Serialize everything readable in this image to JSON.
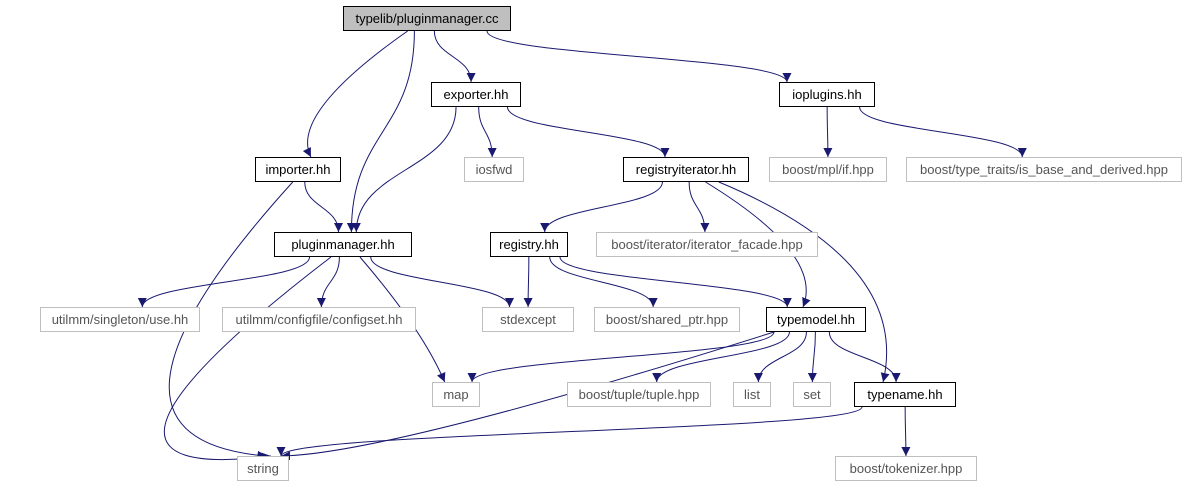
{
  "colors": {
    "edge": "#191970",
    "local_border": "#000000",
    "external_border": "#bfbfbf",
    "root_fill": "#bfbfbf"
  },
  "nodes": [
    {
      "id": "pluginmanager_cc",
      "label": "typelib/pluginmanager.cc",
      "kind": "root"
    },
    {
      "id": "exporter_hh",
      "label": "exporter.hh",
      "kind": "local"
    },
    {
      "id": "ioplugins_hh",
      "label": "ioplugins.hh",
      "kind": "local"
    },
    {
      "id": "importer_hh",
      "label": "importer.hh",
      "kind": "local"
    },
    {
      "id": "iosfwd",
      "label": "iosfwd",
      "kind": "external"
    },
    {
      "id": "registryiterator_hh",
      "label": "registryiterator.hh",
      "kind": "local"
    },
    {
      "id": "boost_mpl_if",
      "label": "boost/mpl/if.hpp",
      "kind": "external"
    },
    {
      "id": "boost_is_base",
      "label": "boost/type_traits/is_base_and_derived.hpp",
      "kind": "external"
    },
    {
      "id": "pluginmanager_hh",
      "label": "pluginmanager.hh",
      "kind": "local"
    },
    {
      "id": "registry_hh",
      "label": "registry.hh",
      "kind": "local"
    },
    {
      "id": "boost_iter_facade",
      "label": "boost/iterator/iterator_facade.hpp",
      "kind": "external"
    },
    {
      "id": "utilmm_singleton",
      "label": "utilmm/singleton/use.hh",
      "kind": "external"
    },
    {
      "id": "utilmm_configset",
      "label": "utilmm/configfile/configset.hh",
      "kind": "external"
    },
    {
      "id": "stdexcept",
      "label": "stdexcept",
      "kind": "external"
    },
    {
      "id": "boost_shared_ptr",
      "label": "boost/shared_ptr.hpp",
      "kind": "external"
    },
    {
      "id": "typemodel_hh",
      "label": "typemodel.hh",
      "kind": "local"
    },
    {
      "id": "map",
      "label": "map",
      "kind": "external"
    },
    {
      "id": "boost_tuple",
      "label": "boost/tuple/tuple.hpp",
      "kind": "external"
    },
    {
      "id": "list",
      "label": "list",
      "kind": "external"
    },
    {
      "id": "set",
      "label": "set",
      "kind": "external"
    },
    {
      "id": "typename_hh",
      "label": "typename.hh",
      "kind": "local"
    },
    {
      "id": "string",
      "label": "string",
      "kind": "external"
    },
    {
      "id": "boost_tokenizer",
      "label": "boost/tokenizer.hpp",
      "kind": "external"
    }
  ],
  "edges": [
    [
      "pluginmanager_cc",
      "exporter_hh"
    ],
    [
      "pluginmanager_cc",
      "ioplugins_hh"
    ],
    [
      "pluginmanager_cc",
      "importer_hh"
    ],
    [
      "pluginmanager_cc",
      "pluginmanager_hh"
    ],
    [
      "exporter_hh",
      "iosfwd"
    ],
    [
      "exporter_hh",
      "registryiterator_hh"
    ],
    [
      "exporter_hh",
      "pluginmanager_hh"
    ],
    [
      "ioplugins_hh",
      "boost_mpl_if"
    ],
    [
      "ioplugins_hh",
      "boost_is_base"
    ],
    [
      "importer_hh",
      "pluginmanager_hh"
    ],
    [
      "importer_hh",
      "string"
    ],
    [
      "registryiterator_hh",
      "registry_hh"
    ],
    [
      "registryiterator_hh",
      "boost_iter_facade"
    ],
    [
      "registryiterator_hh",
      "typemodel_hh"
    ],
    [
      "registryiterator_hh",
      "typename_hh"
    ],
    [
      "pluginmanager_hh",
      "utilmm_singleton"
    ],
    [
      "pluginmanager_hh",
      "utilmm_configset"
    ],
    [
      "pluginmanager_hh",
      "stdexcept"
    ],
    [
      "pluginmanager_hh",
      "map"
    ],
    [
      "pluginmanager_hh",
      "string"
    ],
    [
      "registry_hh",
      "stdexcept"
    ],
    [
      "registry_hh",
      "boost_shared_ptr"
    ],
    [
      "registry_hh",
      "typemodel_hh"
    ],
    [
      "typemodel_hh",
      "map"
    ],
    [
      "typemodel_hh",
      "boost_tuple"
    ],
    [
      "typemodel_hh",
      "list"
    ],
    [
      "typemodel_hh",
      "set"
    ],
    [
      "typemodel_hh",
      "typename_hh"
    ],
    [
      "typemodel_hh",
      "string"
    ],
    [
      "typename_hh",
      "string"
    ],
    [
      "typename_hh",
      "boost_tokenizer"
    ]
  ]
}
